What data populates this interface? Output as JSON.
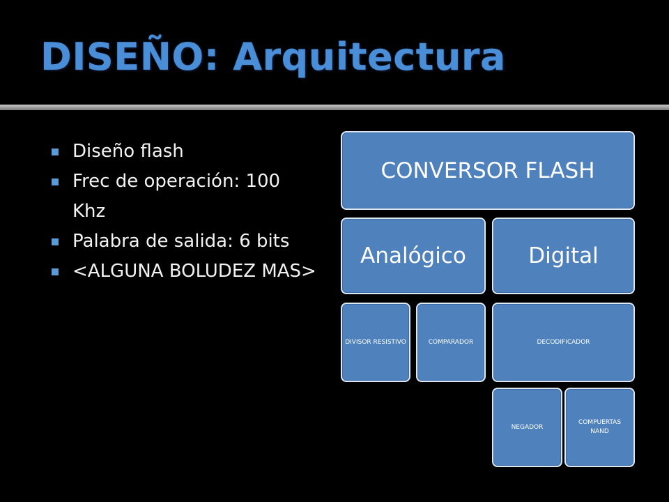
{
  "slide": {
    "title": "DISEÑO: Arquitectura",
    "bullets": [
      "Diseño flash",
      "Frec de operación: 100 Khz",
      "Palabra de salida: 6 bits",
      "<ALGUNA BOLUDEZ MAS>"
    ]
  },
  "diagram": {
    "root": "CONVERSOR FLASH",
    "analog": {
      "label": "Analógico",
      "children": [
        "DIVISOR RESISTIVO",
        "COMPARADOR"
      ]
    },
    "digital": {
      "label": "Digital",
      "decoder": "DECODIFICADOR",
      "decoder_children": [
        "NEGADOR",
        "COMPUERTAS NAND"
      ]
    }
  },
  "colors": {
    "title": "#4a8ed8",
    "node_fill": "#4f81bd",
    "node_border": "#dfe8f3",
    "bullet_marker": "#5b9bd5"
  }
}
